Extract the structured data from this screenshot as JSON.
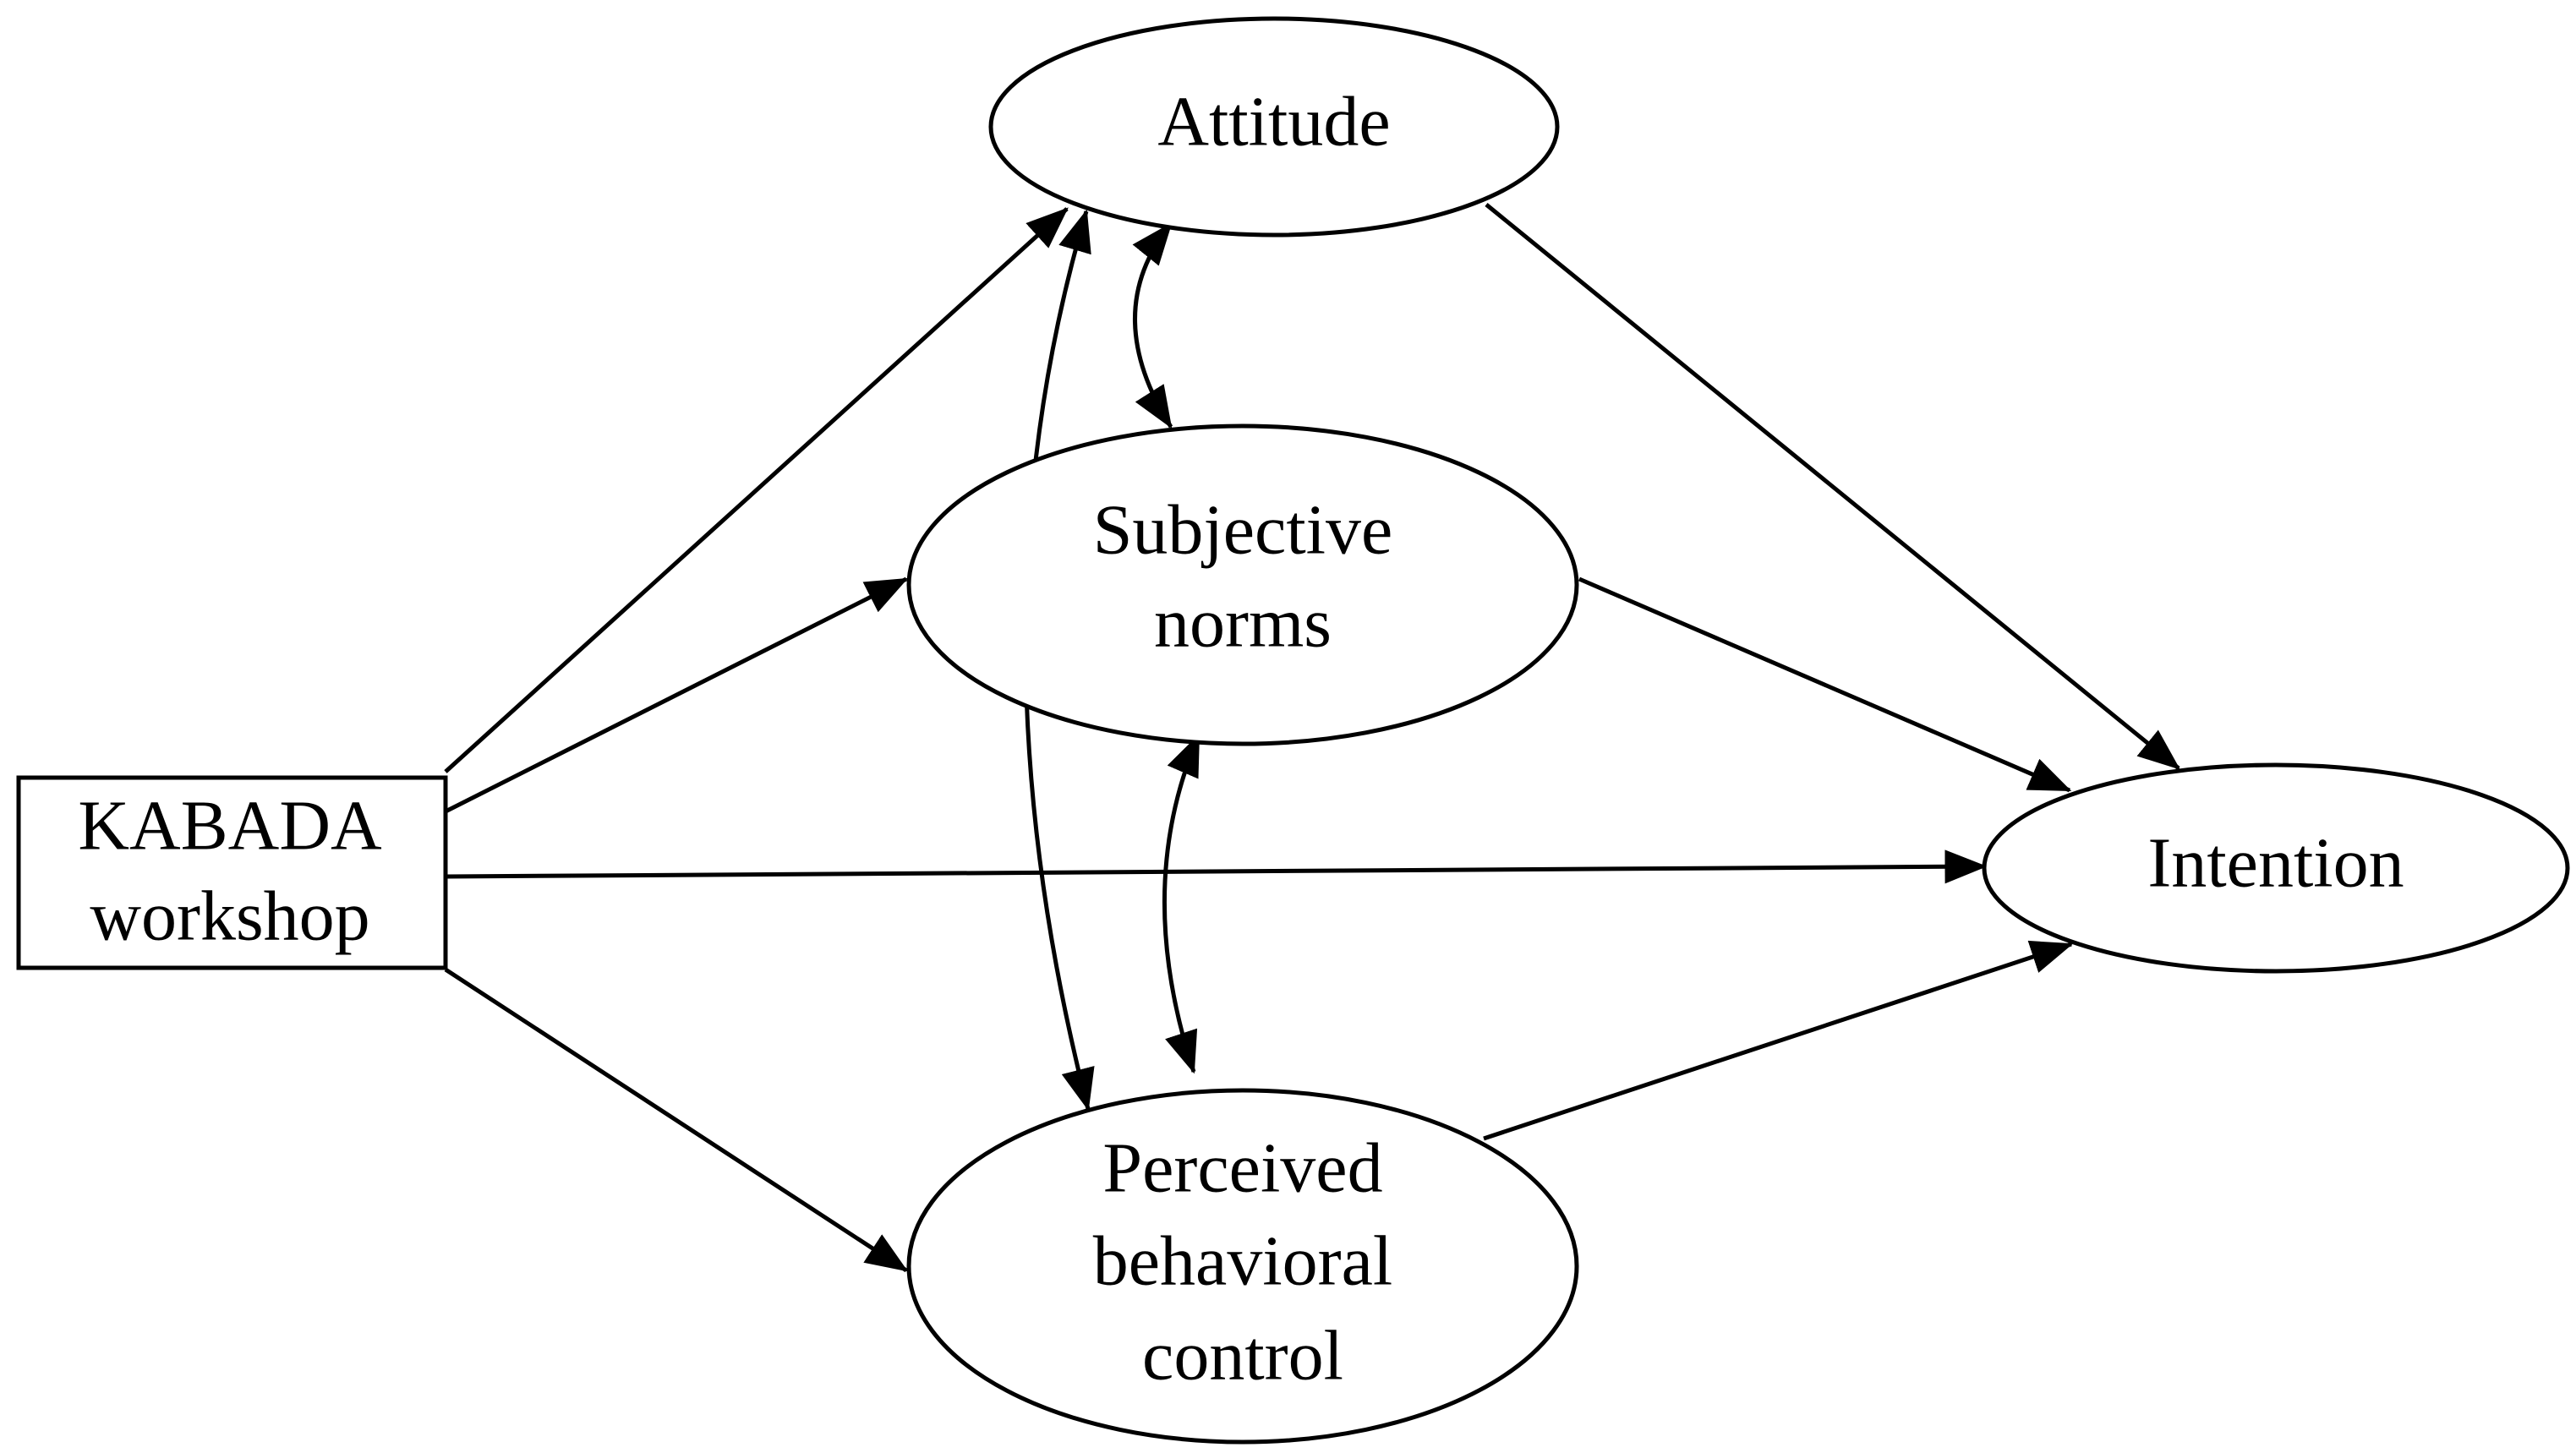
{
  "diagram": {
    "nodes": {
      "kabada": {
        "shape": "rectangle",
        "lines": [
          "KABADA",
          "workshop"
        ]
      },
      "attitude": {
        "shape": "ellipse",
        "lines": [
          "Attitude"
        ]
      },
      "subjective_norms": {
        "shape": "ellipse",
        "lines": [
          "Subjective",
          "norms"
        ]
      },
      "pbc": {
        "shape": "ellipse",
        "lines": [
          "Perceived",
          "behavioral",
          "control"
        ]
      },
      "intention": {
        "shape": "ellipse",
        "lines": [
          "Intention"
        ]
      }
    },
    "edges": [
      {
        "from": "kabada",
        "to": "attitude",
        "type": "directed"
      },
      {
        "from": "kabada",
        "to": "subjective_norms",
        "type": "directed"
      },
      {
        "from": "kabada",
        "to": "intention",
        "type": "directed"
      },
      {
        "from": "kabada",
        "to": "pbc",
        "type": "directed"
      },
      {
        "from": "attitude",
        "to": "intention",
        "type": "directed"
      },
      {
        "from": "subjective_norms",
        "to": "intention",
        "type": "directed"
      },
      {
        "from": "pbc",
        "to": "intention",
        "type": "directed"
      },
      {
        "from": "attitude",
        "to": "subjective_norms",
        "type": "bidirectional"
      },
      {
        "from": "subjective_norms",
        "to": "pbc",
        "type": "bidirectional"
      },
      {
        "from": "attitude",
        "to": "pbc",
        "type": "bidirectional"
      }
    ]
  }
}
